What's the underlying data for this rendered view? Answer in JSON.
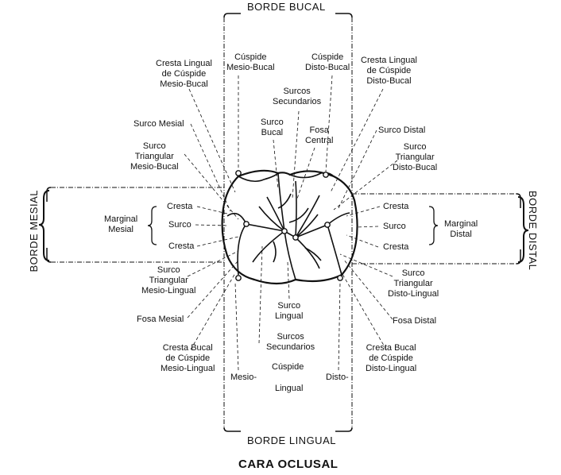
{
  "borders": {
    "bucal": "BORDE BUCAL",
    "lingual": "BORDE LINGUAL",
    "mesial": "BORDE MESIAL",
    "distal": "BORDE DISTAL"
  },
  "title": "CARA OCLUSAL",
  "labels": {
    "cuspide_mesio_bucal": [
      "Cúspide",
      "Mesio-Bucal"
    ],
    "cuspide_disto_bucal": [
      "Cúspide",
      "Disto-Bucal"
    ],
    "cresta_lingual_mesio_bucal": [
      "Cresta Lingual",
      "de Cúspide",
      "Mesio-Bucal"
    ],
    "cresta_lingual_disto_bucal": [
      "Cresta Lingual",
      "de Cúspide",
      "Disto-Bucal"
    ],
    "surcos_secundarios_top": [
      "Surcos",
      "Secundarios"
    ],
    "surco_mesial": "Surco Mesial",
    "surco_bucal": [
      "Surco",
      "Bucal"
    ],
    "fosa_central": [
      "Fosa",
      "Central"
    ],
    "surco_distal": "Surco Distal",
    "surco_triangular_mesio_bucal": [
      "Surco",
      "Triangular",
      "Mesio-Bucal"
    ],
    "surco_triangular_disto_bucal": [
      "Surco",
      "Triangular",
      "Disto-Bucal"
    ],
    "marginal_mesial": [
      "Marginal",
      "Mesial"
    ],
    "mesial_cresta_top": "Cresta",
    "mesial_surco": "Surco",
    "mesial_cresta_bottom": "Cresta",
    "marginal_distal": [
      "Marginal",
      "Distal"
    ],
    "distal_cresta_top": "Cresta",
    "distal_surco": "Surco",
    "distal_cresta_bottom": "Cresta",
    "surco_triangular_mesio_lingual": [
      "Surco",
      "Triangular",
      "Mesio-Lingual"
    ],
    "surco_triangular_disto_lingual": [
      "Surco",
      "Triangular",
      "Disto-Lingual"
    ],
    "surco_lingual": [
      "Surco",
      "Lingual"
    ],
    "fosa_mesial": "Fosa Mesial",
    "fosa_distal": "Fosa Distal",
    "surcos_secundarios_bottom": [
      "Surcos",
      "Secundarios"
    ],
    "cresta_bucal_mesio_lingual": [
      "Cresta Bucal",
      "de Cúspide",
      "Mesio-Lingual"
    ],
    "cresta_bucal_disto_lingual": [
      "Cresta Bucal",
      "de Cúspide",
      "Disto-Lingual"
    ],
    "cuspide_bottom": "Cúspide",
    "mesio": "Mesio-",
    "disto": "Disto-",
    "lingual": "Lingual"
  }
}
